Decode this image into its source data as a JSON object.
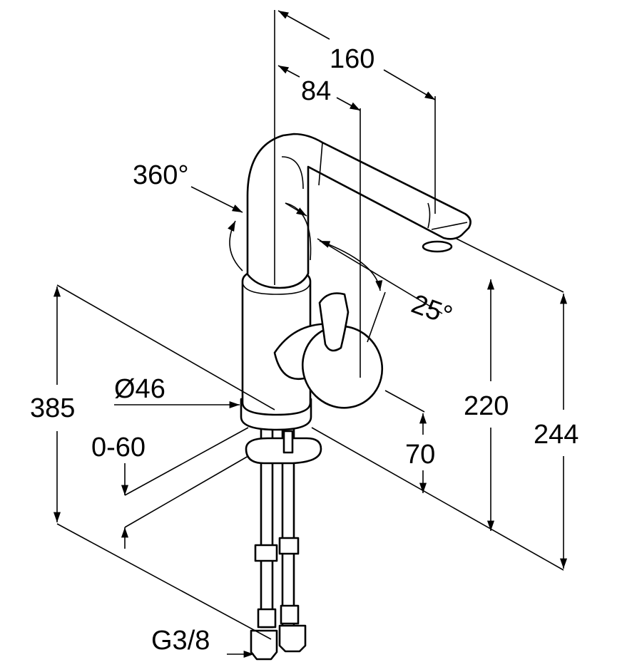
{
  "drawing": {
    "title": "Faucet dimension drawing",
    "dimensions": {
      "spout_reach": "160",
      "spout_offset": "84",
      "swivel": "360°",
      "handle_angle": "25°",
      "body_diameter": "Ø46",
      "total_height": "385",
      "deck_thickness": "0-60",
      "spout_height": "220",
      "overall_height": "244",
      "handle_height": "70",
      "connection": "G3/8"
    },
    "colors": {
      "line": "#000000",
      "background": "#ffffff"
    }
  }
}
